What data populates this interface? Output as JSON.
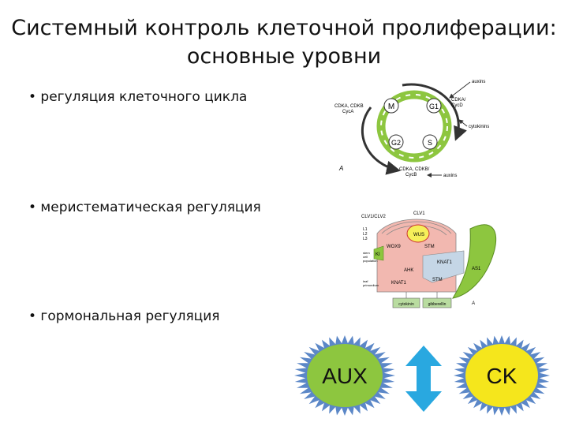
{
  "slide": {
    "title_line1": "Системный контроль клеточной пролиферации:",
    "title_line2": "основные уровни"
  },
  "bullets": [
    "регуляция клеточного цикла",
    "меристематическая регуляция",
    "гормональная регуляция"
  ],
  "bullet_char": "•",
  "cell_cycle": {
    "phases": {
      "m": "M",
      "g1": "G1",
      "g2": "G2",
      "s": "S"
    },
    "labels": {
      "cdka_cyca": "CDKA, CDKB",
      "cdka_cyca2": "CycA",
      "cdka_cycd": "CDKA/",
      "cdka_cycd2": "CycD",
      "cdka_cycb": "CDKA, CDKB/",
      "cdka_cycb2": "CycB",
      "auxins_top": "auxins",
      "cytokinins": "cytokinins",
      "auxins_bottom": "auxins",
      "panel_letter": "A"
    },
    "colors": {
      "ring": "#8dc63f",
      "arrows": "#333333"
    }
  },
  "meristem": {
    "labels": {
      "clv1": "CLV1",
      "clv1_clv2": "CLV1/CLV2",
      "wus": "WUS",
      "wox9": "WOX9",
      "stm_top": "STM",
      "l1": "L1",
      "l2": "L2",
      "l3": "L3",
      "ki": "KI",
      "knat1_right": "KNAT1",
      "ahk": "AHK",
      "as1": "AS1",
      "knat1_bottom": "KNAT1",
      "stm_bottom": "STM",
      "left_note1": "stem",
      "left_note2": "cell",
      "left_note3": "population",
      "left_note4": "leaf",
      "left_note5": "primordium",
      "box1": "cytokinin",
      "box2": "gibberellin",
      "panel_letter": "A"
    },
    "colors": {
      "pink": "#f2b8b0",
      "yellow": "#f6ef5a",
      "blue": "#c5d6e6",
      "green": "#8dc63f",
      "boxes": "#b9dca0"
    }
  },
  "hormones": {
    "aux": "AUX",
    "ck": "CK",
    "colors": {
      "aux_fill": "#8dc63f",
      "ck_fill": "#f5e61c",
      "spikes": "#5b87c7",
      "arrow": "#29a8e0"
    }
  }
}
